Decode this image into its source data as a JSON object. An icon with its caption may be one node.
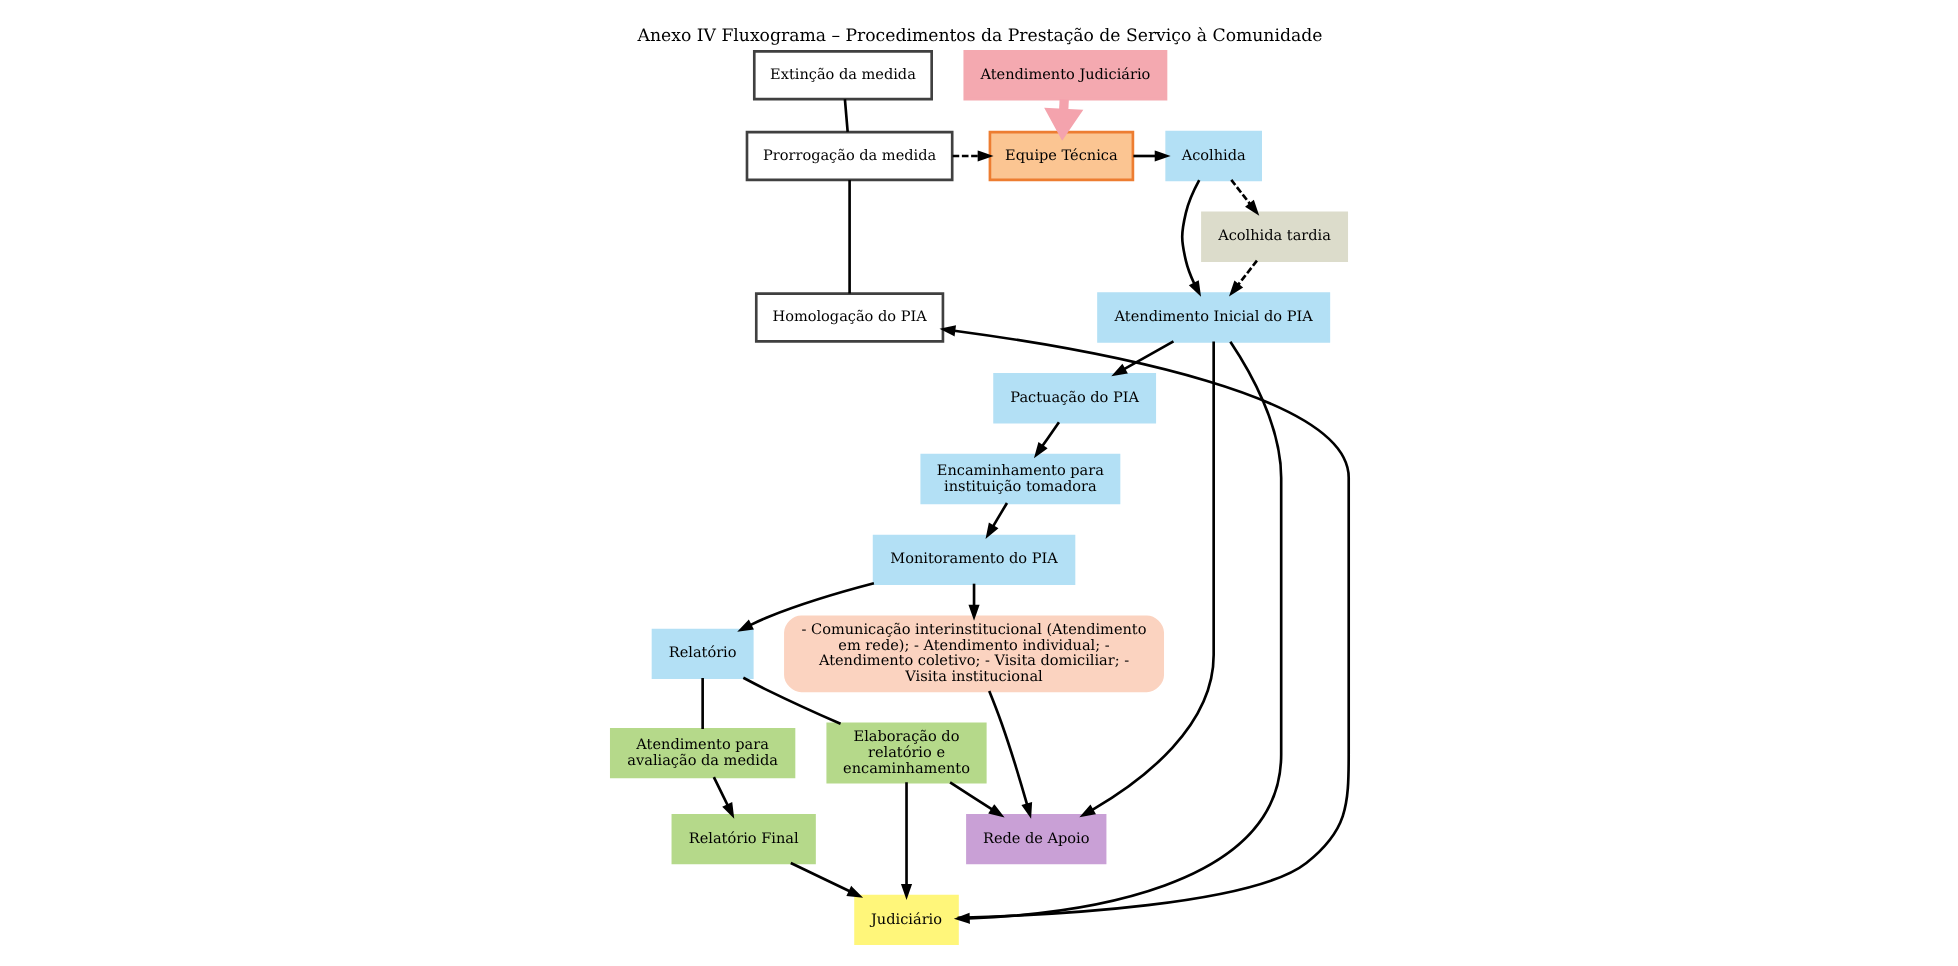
{
  "diagram": {
    "title": "Anexo IV Fluxograma – Procedimentos da Prestação de Serviço à Comunidade",
    "nodes": [
      {
        "text": [
          "Atendimento Judiciário"
        ]
      },
      {
        "text": [
          "Equipe Técnica"
        ]
      },
      {
        "text": [
          "Extinção da medida"
        ]
      },
      {
        "text": [
          "Prorrogação da medida"
        ]
      },
      {
        "text": [
          "Homologação do PIA"
        ]
      },
      {
        "text": [
          "Acolhida"
        ]
      },
      {
        "text": [
          "Acolhida tardia"
        ]
      },
      {
        "text": [
          "Atendimento Inicial do PIA"
        ]
      },
      {
        "text": [
          "Judiciário"
        ]
      },
      {
        "text": [
          "Pactuação do PIA"
        ]
      },
      {
        "text": [
          "Encaminhamento para instituição tomadora"
        ]
      },
      {
        "text": [
          "Monitoramento do PIA"
        ]
      },
      {
        "text": [
          "Relatório"
        ]
      },
      {
        "text": [
          "Relatório Final"
        ]
      },
      {
        "text": [
          "- Comunicação interinstitucional (Atendimento em rede); - Atendimento individual; - Atendimento coletivo; - Visita domiciliar; - Visita institucional"
        ]
      },
      {
        "text": [
          "Elaboração do relatório e encaminhamento"
        ]
      },
      {
        "text": [
          "Atendimento para avaliação da medida"
        ]
      },
      {
        "text": [
          "Rede de Apoio"
        ]
      }
    ],
    "edges": [
      {
        "from": 0,
        "to": 1,
        "arrow": "to",
        "style": "thick",
        "color": "#f4a3ad"
      },
      {
        "from": 1,
        "to": 5,
        "arrow": "to"
      },
      {
        "from": 3,
        "to": 1,
        "arrow": "to",
        "style": "dashed"
      },
      {
        "from": 2,
        "to": 3,
        "arrow": "none"
      },
      {
        "from": 3,
        "to": 4,
        "arrow": "none"
      },
      {
        "from": 8,
        "to": 4,
        "arrow": "to"
      },
      {
        "from": 5,
        "to": 6,
        "arrow": "to",
        "style": "dashed"
      },
      {
        "from": 5,
        "to": 7,
        "arrow": "to"
      },
      {
        "from": 6,
        "to": 7,
        "arrow": "to",
        "style": "dashed"
      },
      {
        "from": 7,
        "to": 8,
        "arrow": "to"
      },
      {
        "from": 7,
        "to": 17,
        "arrow": "to"
      },
      {
        "from": 7,
        "to": 9,
        "arrow": "to"
      },
      {
        "from": 9,
        "to": 10,
        "arrow": "to"
      },
      {
        "from": 10,
        "to": 11,
        "arrow": "to"
      },
      {
        "from": 11,
        "to": 14,
        "arrow": "to"
      },
      {
        "from": 11,
        "to": 12,
        "arrow": "to"
      },
      {
        "from": 12,
        "to": 15,
        "arrow": "none"
      },
      {
        "from": 12,
        "to": 16,
        "arrow": "none"
      },
      {
        "from": 15,
        "to": 17,
        "arrow": "to"
      },
      {
        "from": 16,
        "to": 13,
        "arrow": "to"
      },
      {
        "from": 13,
        "to": 8,
        "arrow": "to"
      },
      {
        "from": 14,
        "to": 17,
        "arrow": "to"
      },
      {
        "from": 15,
        "to": 8,
        "arrow": "to"
      }
    ]
  }
}
